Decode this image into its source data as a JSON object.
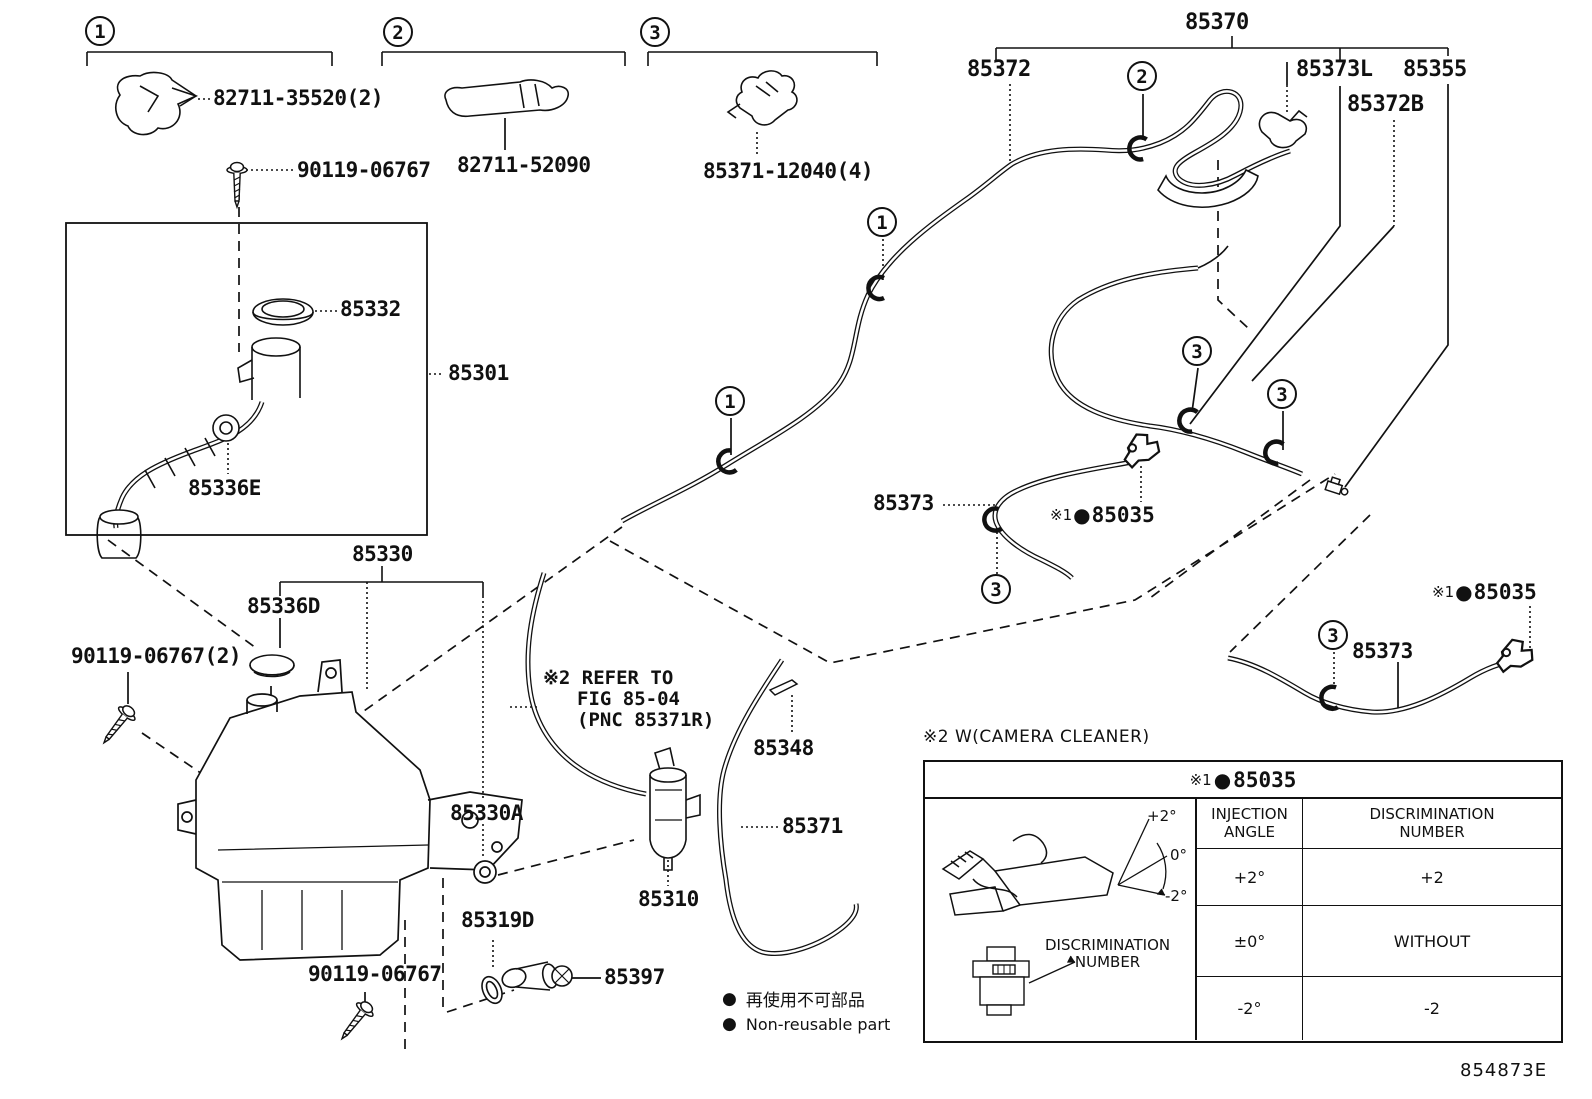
{
  "doc_number": "854873E",
  "callout_numbers": {
    "one": "1",
    "two": "2",
    "three": "3"
  },
  "parts": [
    {
      "text": "82711-35520(2)"
    },
    {
      "text": "90119-06767"
    },
    {
      "text": "82711-52090"
    },
    {
      "text": "85371-12040(4)"
    },
    {
      "text": "85370"
    },
    {
      "text": "85372"
    },
    {
      "text": "85373L"
    },
    {
      "text": "85355"
    },
    {
      "text": "85372B"
    },
    {
      "text": "85332"
    },
    {
      "text": "85301"
    },
    {
      "text": "85336E"
    },
    {
      "text": "85330"
    },
    {
      "text": "85336D"
    },
    {
      "text": "90119-06767(2)"
    },
    {
      "text": "85330A"
    },
    {
      "text": "85319D"
    },
    {
      "text": "85397"
    },
    {
      "text": "90119-06767"
    },
    {
      "text": "85310"
    },
    {
      "text": "85371"
    },
    {
      "text": "85348"
    },
    {
      "text": "85373"
    },
    {
      "text": "85373"
    }
  ],
  "notes": {
    "n85035": {
      "prefix": "※1",
      "bullet": "●",
      "number": "85035"
    },
    "refer": {
      "line1": "※2 REFER TO",
      "line2": "FIG 85-04",
      "line3": "(PNC 85371R)"
    },
    "camera": "※2 W(CAMERA CLEANER)"
  },
  "legend": {
    "items": [
      {
        "bullet": "●",
        "text": "再使用不可部品"
      },
      {
        "bullet": "●",
        "text": "Non-reusable part"
      }
    ]
  },
  "spec_table": {
    "title_prefix": "※1",
    "title_bullet": "●",
    "title_number": "85035",
    "columns": [
      {
        "l1": "INJECTION",
        "l2": "ANGLE"
      },
      {
        "l1": "DISCRIMINATION",
        "l2": "NUMBER"
      }
    ],
    "rows": [
      [
        "+2°",
        "+2"
      ],
      [
        "±0°",
        "WITHOUT"
      ],
      [
        "-2°",
        "-2"
      ]
    ],
    "fan": [
      "+2°",
      "0°",
      "-2°"
    ],
    "cell_label": {
      "l1": "DISCRIMINATION",
      "l2": "NUMBER"
    }
  }
}
